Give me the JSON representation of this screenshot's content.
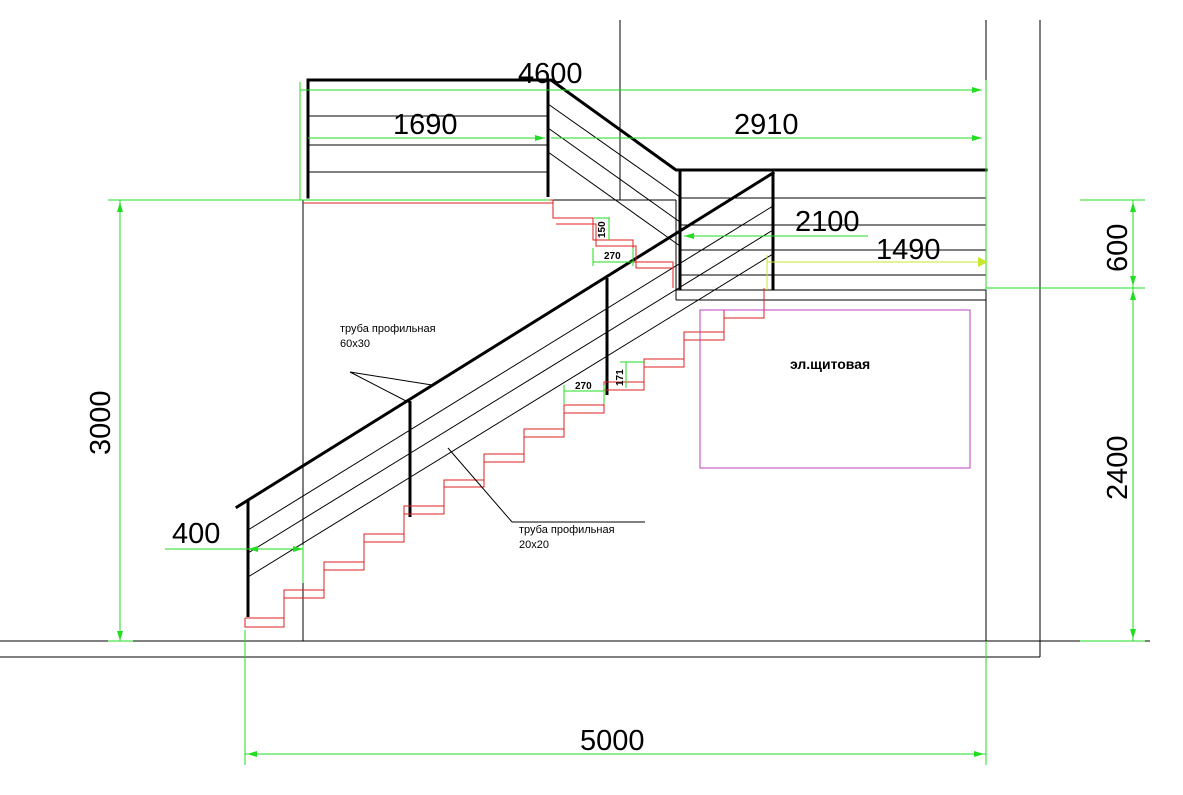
{
  "dimensions": {
    "total_top": "4600",
    "upper_landing_length": "1690",
    "upper_right_length": "2910",
    "mid_length": "2100",
    "right_landing_length": "1490",
    "total_height": "3000",
    "upper_height": "600",
    "lower_height": "2400",
    "bottom_offset": "400",
    "total_bottom": "5000",
    "step_height_upper": "150",
    "step_depth_upper": "270",
    "step_depth_lower": "270",
    "step_height_lower": "171"
  },
  "labels": {
    "pipe_large_line1": "труба профильная",
    "pipe_large_line2": "60х30",
    "pipe_small_line1": "труба профильная",
    "pipe_small_line2": "20х20",
    "room": "эл.щитовая"
  },
  "colors": {
    "dimension": "#22dd22",
    "stairs": "#dd2222",
    "room_outline": "#c040c0",
    "rail": "#000000"
  }
}
